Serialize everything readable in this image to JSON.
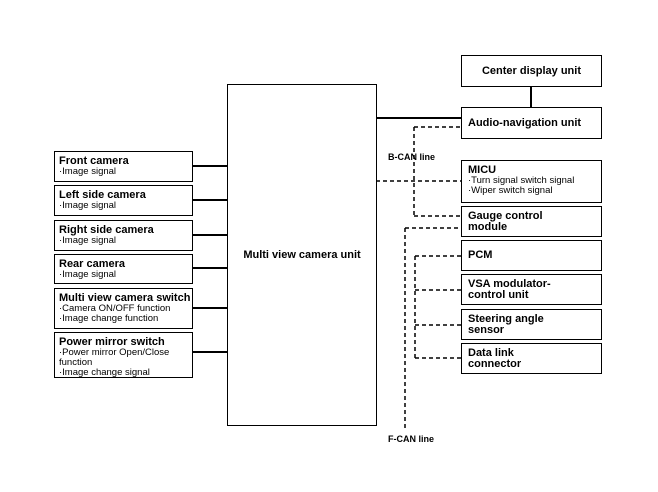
{
  "center_unit": "Multi view camera unit",
  "left_units": [
    {
      "title": "Front camera",
      "lines": [
        "·Image signal"
      ]
    },
    {
      "title": "Left side camera",
      "lines": [
        "·Image signal"
      ]
    },
    {
      "title": "Right side camera",
      "lines": [
        "·Image signal"
      ]
    },
    {
      "title": "Rear camera",
      "lines": [
        "·Image signal"
      ]
    },
    {
      "title": "Multi view camera switch",
      "lines": [
        "·Camera ON/OFF function",
        "·Image change function"
      ]
    },
    {
      "title": "Power mirror switch",
      "lines": [
        "·Power mirror Open/Close",
        "function",
        "·Image change signal"
      ]
    }
  ],
  "top_unit": "Center display unit",
  "audio_unit": "Audio-navigation unit",
  "micu": {
    "title": "MICU",
    "lines": [
      "·Turn signal switch signal",
      "·Wiper switch signal"
    ]
  },
  "can_units": [
    {
      "title": "Gauge control",
      "title2": "module"
    },
    {
      "title": "PCM",
      "title2": ""
    },
    {
      "title": "VSA modulator-",
      "title2": "control unit"
    },
    {
      "title": "Steering angle",
      "title2": "sensor"
    },
    {
      "title": "Data link",
      "title2": "connector"
    }
  ],
  "labels": {
    "bcan": "B-CAN line",
    "fcan": "F-CAN line"
  }
}
